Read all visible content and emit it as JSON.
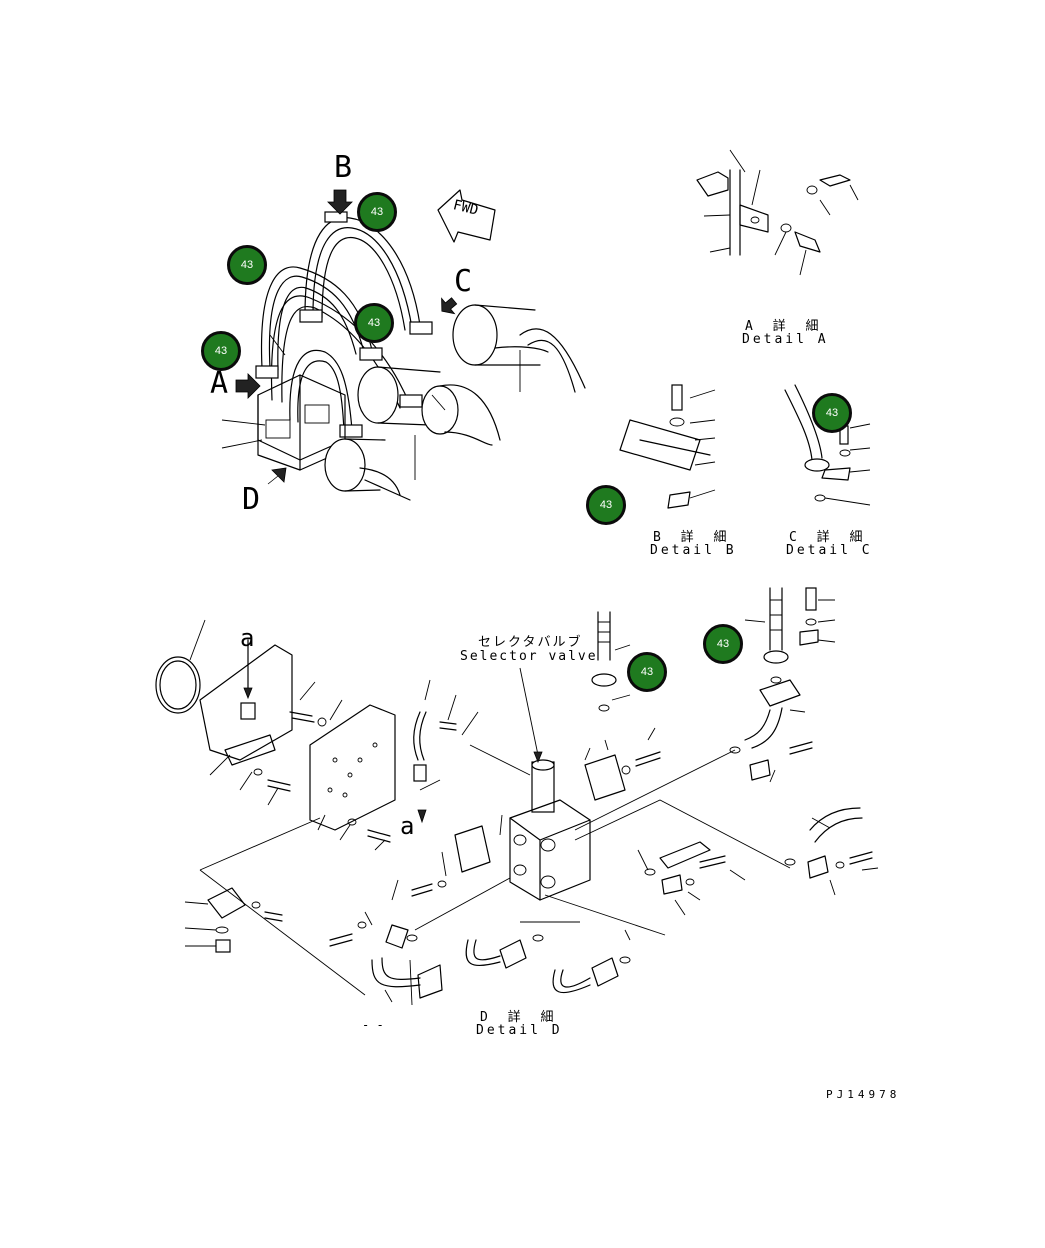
{
  "callouts": [
    "B",
    "C",
    "A",
    "D",
    "a",
    "a"
  ],
  "fwd_label": "FWD",
  "details": {
    "a": {
      "jp": "A 詳 細",
      "en": "Detail A"
    },
    "b": {
      "jp": "B 詳 細",
      "en": "Detail B"
    },
    "c": {
      "jp": "C 詳 細",
      "en": "Detail C"
    },
    "d": {
      "jp": "D 詳 細",
      "en": "Detail D"
    }
  },
  "selector_valve": {
    "jp": "セレクタバルブ",
    "en": "Selector valve"
  },
  "badge_label": "43",
  "badges": [
    "43",
    "43",
    "43",
    "43",
    "43",
    "43",
    "43",
    "43"
  ],
  "stray_mark": "- -",
  "doc_number": "PJ14978",
  "colors": {
    "badge_fill": "#1f7a1f",
    "badge_border": "#0b0b0b",
    "line": "#000000"
  }
}
